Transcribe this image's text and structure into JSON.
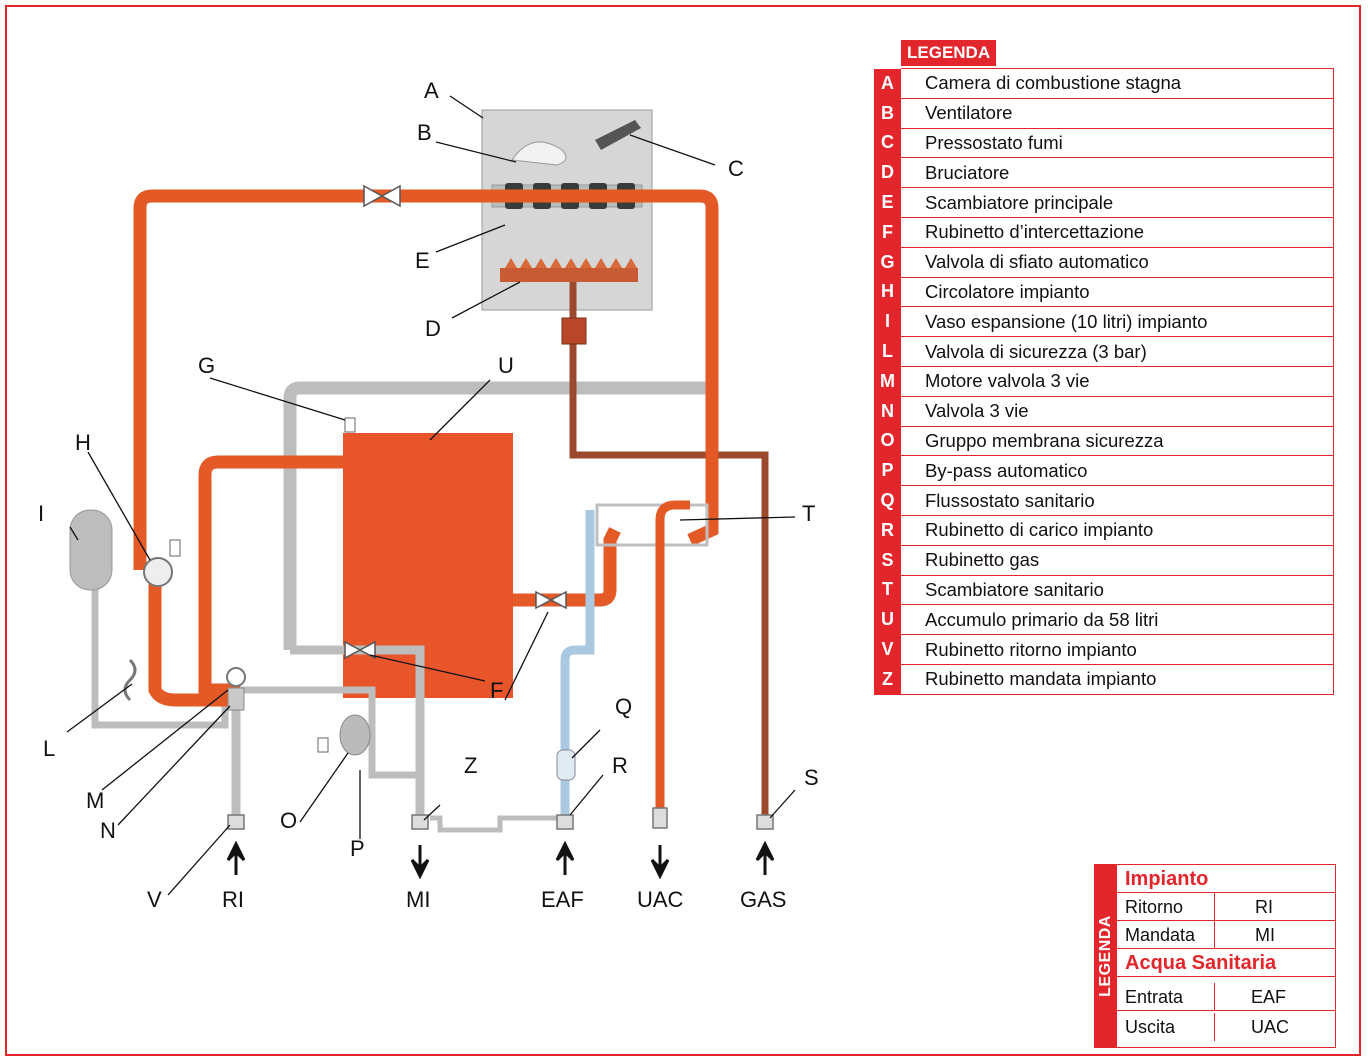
{
  "legend": {
    "title": "LEGENDA",
    "items": [
      {
        "key": "A",
        "text": "Camera di combustione stagna"
      },
      {
        "key": "B",
        "text": "Ventilatore"
      },
      {
        "key": "C",
        "text": "Pressostato fumi"
      },
      {
        "key": "D",
        "text": "Bruciatore"
      },
      {
        "key": "E",
        "text": "Scambiatore principale"
      },
      {
        "key": "F",
        "text": "Rubinetto d’intercettazione"
      },
      {
        "key": "G",
        "text": "Valvola di sfiato automatico"
      },
      {
        "key": "H",
        "text": "Circolatore impianto"
      },
      {
        "key": "I",
        "text": "Vaso espansione (10 litri) impianto"
      },
      {
        "key": "L",
        "text": "Valvola di sicurezza (3 bar)"
      },
      {
        "key": "M",
        "text": "Motore valvola 3 vie"
      },
      {
        "key": "N",
        "text": "Valvola 3 vie"
      },
      {
        "key": "O",
        "text": "Gruppo membrana sicurezza"
      },
      {
        "key": "P",
        "text": "By-pass automatico"
      },
      {
        "key": "Q",
        "text": "Flussostato sanitario"
      },
      {
        "key": "R",
        "text": "Rubinetto di carico impianto"
      },
      {
        "key": "S",
        "text": "Rubinetto gas"
      },
      {
        "key": "T",
        "text": "Scambiatore sanitario"
      },
      {
        "key": "U",
        "text": "Accumulo primario da 58 litri"
      },
      {
        "key": "V",
        "text": "Rubinetto ritorno impianto"
      },
      {
        "key": "Z",
        "text": "Rubinetto mandata impianto"
      }
    ]
  },
  "small_legend": {
    "side": "LEGENDA",
    "impianto": "Impianto",
    "ritorno": "Ritorno",
    "ri": "RI",
    "mandata": "Mandata",
    "mi": "MI",
    "acqua": "Acqua Sanitaria",
    "entrata": "Entrata",
    "eaf": "EAF",
    "uscita": "Uscita",
    "uac": "UAC"
  },
  "diagram": {
    "labels": {
      "A": "A",
      "B": "B",
      "C": "C",
      "D": "D",
      "E": "E",
      "F": "F",
      "G": "G",
      "H": "H",
      "I": "I",
      "L": "L",
      "M": "M",
      "N": "N",
      "O": "O",
      "P": "P",
      "Q": "Q",
      "R": "R",
      "S": "S",
      "T": "T",
      "U": "U",
      "V": "V",
      "Z": "Z"
    },
    "connections": {
      "RI": "RI",
      "MI": "MI",
      "EAF": "EAF",
      "UAC": "UAC",
      "GAS": "GAS"
    }
  },
  "colors": {
    "frame": "#e3262b",
    "heating_pipe": "#e45a27",
    "return_pipe": "#b5b5b5",
    "cold_water_pipe": "#aac8e0",
    "gas_pipe": "#9c4a2e",
    "tank": "#e8552a",
    "chamber": "#d4d4d4"
  }
}
